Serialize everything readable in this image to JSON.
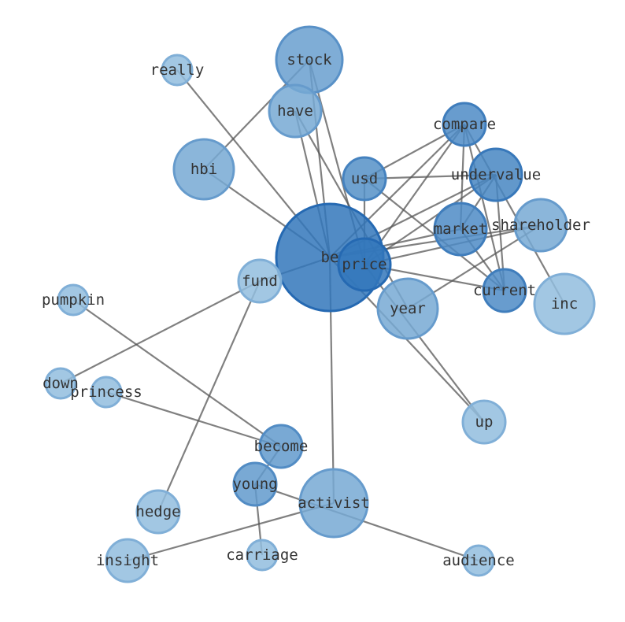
{
  "title": "word co-occurrence network",
  "colors": {
    "edge": "#555555",
    "node_dark": "#3a7fbf",
    "node_mid": "#6aaad6",
    "node_light": "#a9cfe6"
  },
  "nodes": [
    {
      "id": "stock",
      "label": "stock",
      "weight": 0.62,
      "shade": 0.55
    },
    {
      "id": "really",
      "label": "really",
      "weight": 0.28,
      "shade": 0.25
    },
    {
      "id": "have",
      "label": "have",
      "weight": 0.48,
      "shade": 0.45
    },
    {
      "id": "hbi",
      "label": "hbi",
      "weight": 0.56,
      "shade": 0.45
    },
    {
      "id": "compare",
      "label": "compare",
      "weight": 0.4,
      "shade": 0.75
    },
    {
      "id": "usd",
      "label": "usd",
      "weight": 0.4,
      "shade": 0.7
    },
    {
      "id": "undervalue",
      "label": "undervalue",
      "weight": 0.48,
      "shade": 0.8
    },
    {
      "id": "shareholder",
      "label": "shareholder",
      "weight": 0.48,
      "shade": 0.45
    },
    {
      "id": "market",
      "label": "market",
      "weight": 0.48,
      "shade": 0.75
    },
    {
      "id": "be",
      "label": "be",
      "weight": 1.0,
      "shade": 0.95
    },
    {
      "id": "price",
      "label": "price",
      "weight": 0.48,
      "shade": 0.95
    },
    {
      "id": "fund",
      "label": "fund",
      "weight": 0.4,
      "shade": 0.25
    },
    {
      "id": "year",
      "label": "year",
      "weight": 0.56,
      "shade": 0.45
    },
    {
      "id": "current",
      "label": "current",
      "weight": 0.4,
      "shade": 0.75
    },
    {
      "id": "inc",
      "label": "inc",
      "weight": 0.56,
      "shade": 0.25
    },
    {
      "id": "pumpkin",
      "label": "pumpkin",
      "weight": 0.28,
      "shade": 0.25
    },
    {
      "id": "down",
      "label": "down",
      "weight": 0.28,
      "shade": 0.25
    },
    {
      "id": "princess",
      "label": "princess",
      "weight": 0.28,
      "shade": 0.25
    },
    {
      "id": "up",
      "label": "up",
      "weight": 0.4,
      "shade": 0.25
    },
    {
      "id": "become",
      "label": "become",
      "weight": 0.4,
      "shade": 0.6
    },
    {
      "id": "young",
      "label": "young",
      "weight": 0.4,
      "shade": 0.6
    },
    {
      "id": "activist",
      "label": "activist",
      "weight": 0.63,
      "shade": 0.45
    },
    {
      "id": "hedge",
      "label": "hedge",
      "weight": 0.4,
      "shade": 0.25
    },
    {
      "id": "carriage",
      "label": "carriage",
      "weight": 0.28,
      "shade": 0.25
    },
    {
      "id": "insight",
      "label": "insight",
      "weight": 0.4,
      "shade": 0.25
    },
    {
      "id": "audience",
      "label": "audience",
      "weight": 0.28,
      "shade": 0.25
    }
  ],
  "edges": [
    [
      "stock",
      "hbi"
    ],
    [
      "stock",
      "be"
    ],
    [
      "stock",
      "price"
    ],
    [
      "really",
      "be"
    ],
    [
      "have",
      "be"
    ],
    [
      "have",
      "year"
    ],
    [
      "hbi",
      "be"
    ],
    [
      "compare",
      "usd"
    ],
    [
      "compare",
      "be"
    ],
    [
      "compare",
      "price"
    ],
    [
      "compare",
      "market"
    ],
    [
      "compare",
      "current"
    ],
    [
      "compare",
      "inc"
    ],
    [
      "usd",
      "undervalue"
    ],
    [
      "usd",
      "price"
    ],
    [
      "usd",
      "current"
    ],
    [
      "undervalue",
      "be"
    ],
    [
      "undervalue",
      "price"
    ],
    [
      "undervalue",
      "market"
    ],
    [
      "undervalue",
      "current"
    ],
    [
      "shareholder",
      "be"
    ],
    [
      "shareholder",
      "year"
    ],
    [
      "shareholder",
      "price"
    ],
    [
      "market",
      "be"
    ],
    [
      "market",
      "current"
    ],
    [
      "price",
      "current"
    ],
    [
      "be",
      "fund"
    ],
    [
      "fund",
      "down"
    ],
    [
      "fund",
      "hedge"
    ],
    [
      "be",
      "activist"
    ],
    [
      "be",
      "up"
    ],
    [
      "price",
      "up"
    ],
    [
      "pumpkin",
      "become"
    ],
    [
      "princess",
      "become"
    ],
    [
      "become",
      "young"
    ],
    [
      "young",
      "audience"
    ],
    [
      "young",
      "carriage"
    ],
    [
      "activist",
      "insight"
    ]
  ]
}
